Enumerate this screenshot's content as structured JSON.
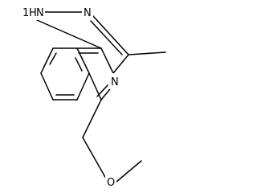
{
  "labels": {
    "nh": "N",
    "nh_h": "H",
    "nh_prefix": "1",
    "n_pyrazole": "N",
    "n_ring": "N",
    "o": "O"
  }
}
